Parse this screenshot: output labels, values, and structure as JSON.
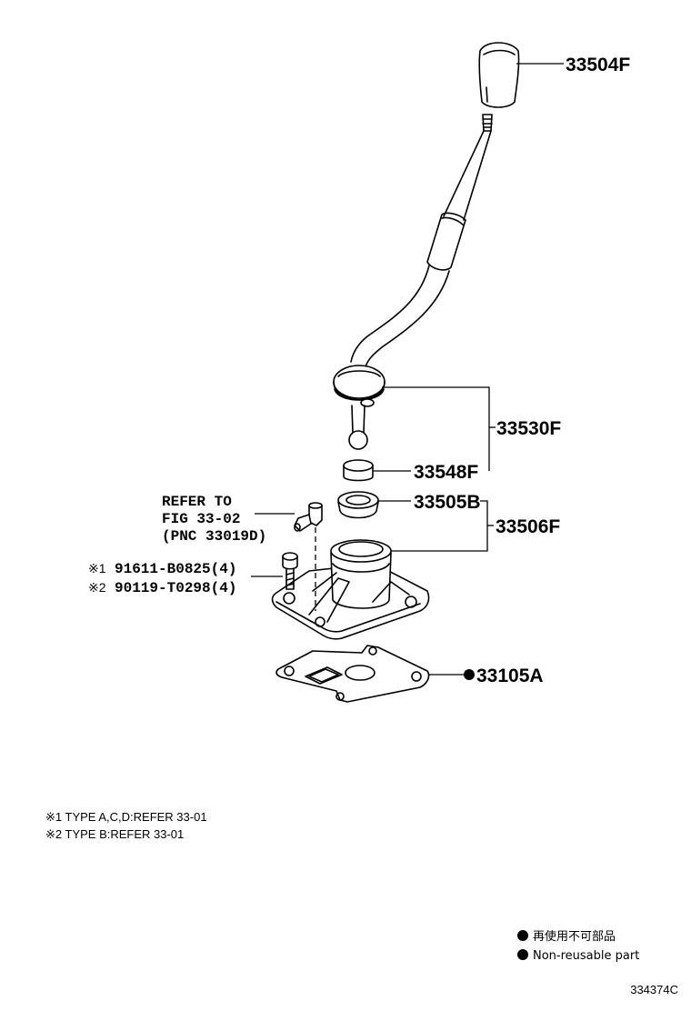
{
  "callouts": {
    "knob": "33504F",
    "lever_assy": "33530F",
    "seat": "33548F",
    "boot": "33505B",
    "retainer_assy": "33506F",
    "gasket": "33105A"
  },
  "refer": {
    "line1": "REFER TO",
    "line2": "FIG 33-02",
    "line3": "(PNC 33019D)"
  },
  "bolts": {
    "mark1": "※1",
    "pn1": "91611-B0825(4)",
    "mark2": "※2",
    "pn2": "90119-T0298(4)"
  },
  "footnotes": [
    "※1 TYPE A,C,D:REFER 33-01",
    "※2 TYPE B:REFER 33-01"
  ],
  "legend": {
    "jp": "再使用不可部品",
    "en": "Non-reusable part"
  },
  "figure_id": "334374C"
}
